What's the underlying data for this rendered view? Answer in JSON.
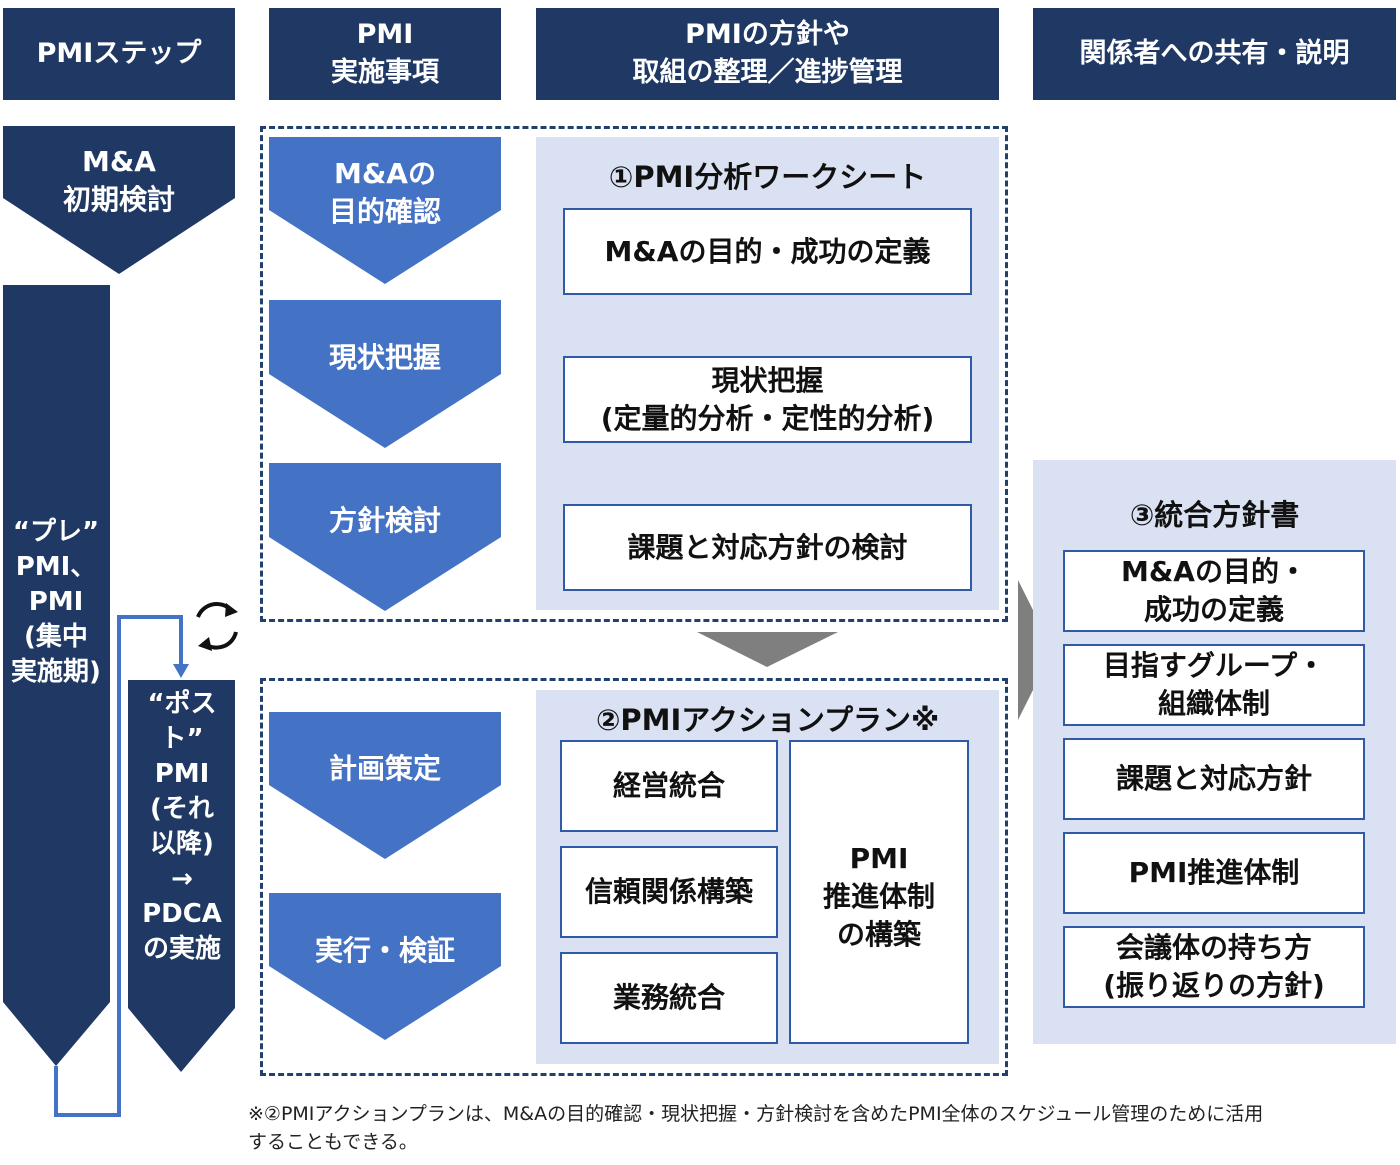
{
  "headers": {
    "steps": "PMIステップ",
    "pmi_line1": "PMI",
    "pmi_line2": "実施事項",
    "policy_line1": "PMIの方針や",
    "policy_line2": "取組の整理／進捗管理",
    "sharing": "関係者への共有・説明"
  },
  "steps": {
    "initial_line1": "M&A",
    "initial_line2": "初期検討",
    "pre_lines": [
      "“プレ”",
      "PMI、",
      "PMI",
      "(集中",
      "実施期)"
    ],
    "post_lines": [
      "“ポスト”",
      "PMI",
      "(それ",
      "以降)",
      "→",
      "PDCA",
      "の実施"
    ]
  },
  "actions": {
    "purpose_line1": "M&Aの",
    "purpose_line2": "目的確認",
    "current": "現状把握",
    "policy": "方針検討",
    "plan": "計画策定",
    "execute": "実行・検証"
  },
  "worksheet": {
    "title": "①PMI分析ワークシート",
    "item1": "M&Aの目的・成功の定義",
    "item2_line1": "現状把握",
    "item2_line2": "(定量的分析・定性的分析)",
    "item3": "課題と対応方針の検討"
  },
  "action_plan": {
    "title": "②PMIアクションプラン※",
    "item1": "経営統合",
    "item2": "信頼関係構築",
    "item3": "業務統合",
    "side_line1": "PMI",
    "side_line2": "推進体制",
    "side_line3": "の構築"
  },
  "integration": {
    "title": "③統合方針書",
    "item1_line1": "M&Aの目的・",
    "item1_line2": "成功の定義",
    "item2_line1": "目指すグループ・",
    "item2_line2": "組織体制",
    "item3": "課題と対応方針",
    "item4": "PMI推進体制",
    "item5_line1": "会議体の持ち方",
    "item5_line2": "(振り返りの方針)"
  },
  "footnote_line1": "※②PMIアクションプランは、M&Aの目的確認・現状把握・方針検討を含めたPMI全体のスケジュール管理のために活用",
  "footnote_line2": "することもできる。",
  "colors": {
    "navy": "#1f3864",
    "blue": "#4472c4",
    "panel": "#dae1f2",
    "arrow_gray": "#7f7f7f"
  }
}
